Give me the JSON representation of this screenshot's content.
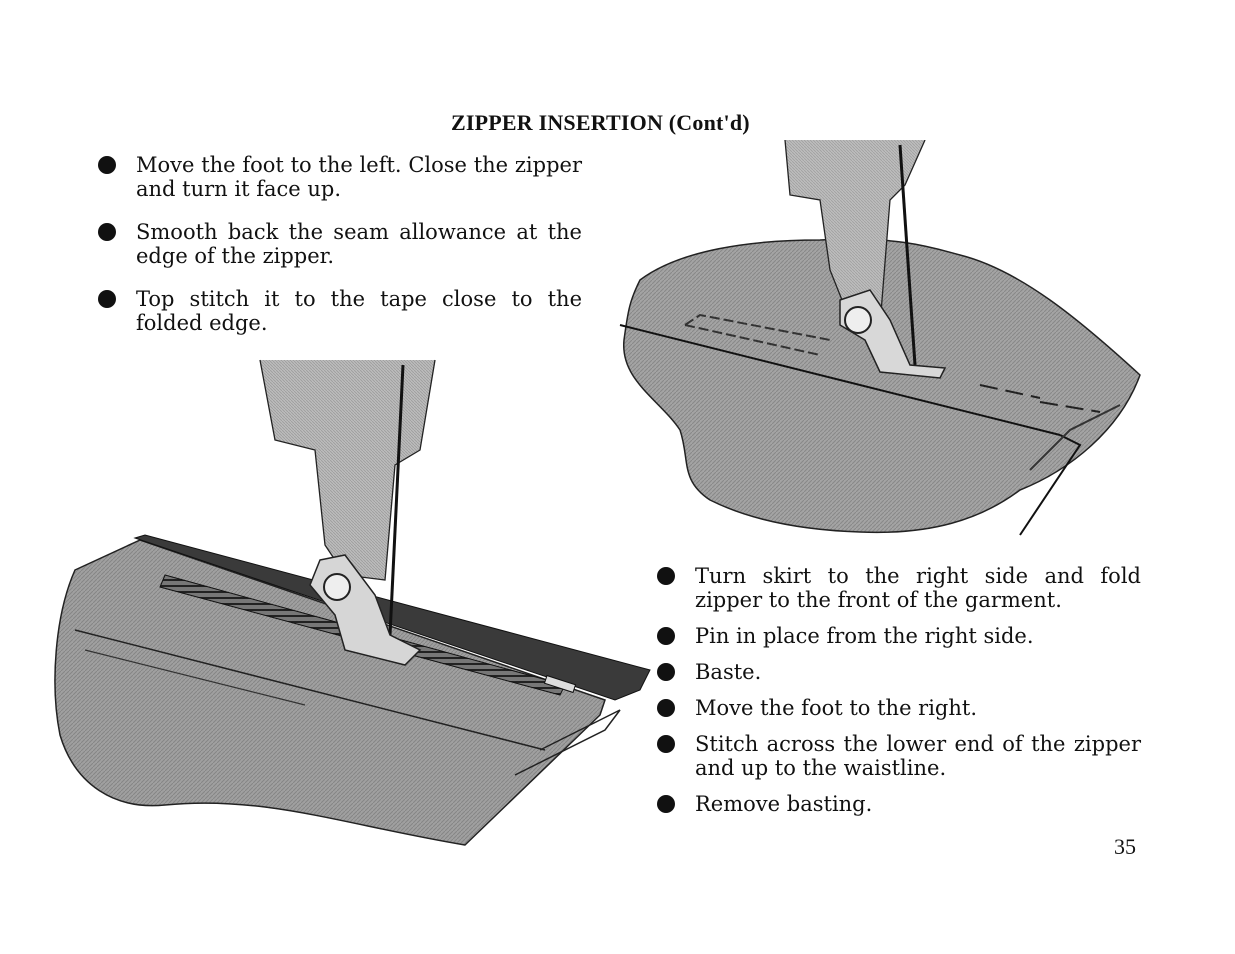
{
  "page": {
    "title": "ZIPPER INSERTION (Cont'd)",
    "page_number": "35"
  },
  "left_steps": [
    "Move the foot to the left. Close the zipper and turn it face up.",
    "Smooth back the seam allowance at the edge of the zipper.",
    "Top stitch it to the tape close to the folded edge."
  ],
  "right_steps": [
    "Turn skirt to the right side and fold zipper to the front of the garment.",
    "Pin in place from the right side.",
    "Baste.",
    "Move the foot to the right.",
    "Stitch across the lower end of the zipper and up to the waistline.",
    "Remove basting."
  ],
  "illustrations": {
    "top_right": "sewing-foot-on-folded-skirt-with-basting",
    "bottom_left": "sewing-foot-stitching-zipper-tape"
  },
  "colors": {
    "ink": "#111111",
    "fabric": "#9a9a9a",
    "fabric_dark": "#7d7d7d",
    "zipper": "#3a3a3a"
  }
}
